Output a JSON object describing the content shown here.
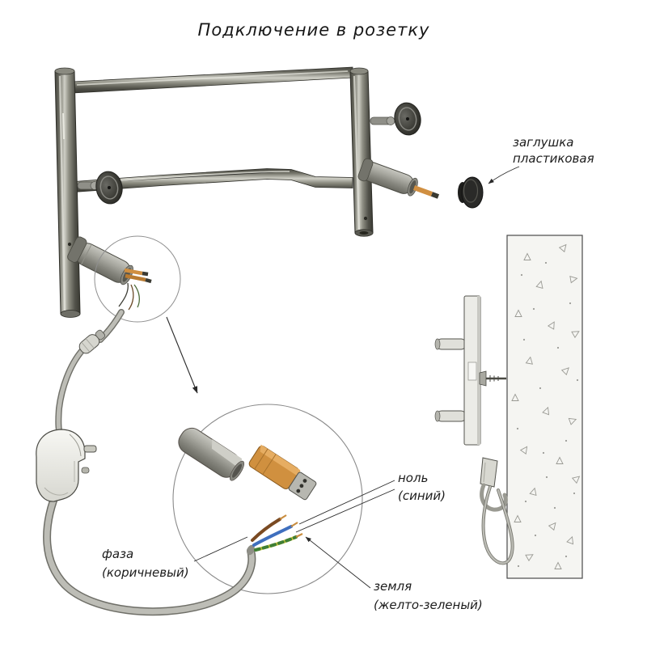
{
  "title": "Подключение в розетку",
  "annotations": {
    "plastic_cap": {
      "line1": "заглушка",
      "line2": "пластиковая"
    },
    "neutral": {
      "line1": "ноль",
      "line2": "(синий)"
    },
    "phase": {
      "line1": "фаза",
      "line2": "(коричневый)"
    },
    "earth": {
      "line1": "земля",
      "line2": "(желто-зеленый)"
    }
  },
  "colors": {
    "phase_wire_brown": "#7a4a22",
    "neutral_wire_blue": "#3f6fbe",
    "earth_wire_yellow": "#cdc63c",
    "earth_wire_green": "#3f7f35",
    "copper_tip": "#c98d3f",
    "connector_orange": "#d0903f",
    "plastic_cap_black": "#2a2a28",
    "cable_gray": "#bdbdb6"
  }
}
